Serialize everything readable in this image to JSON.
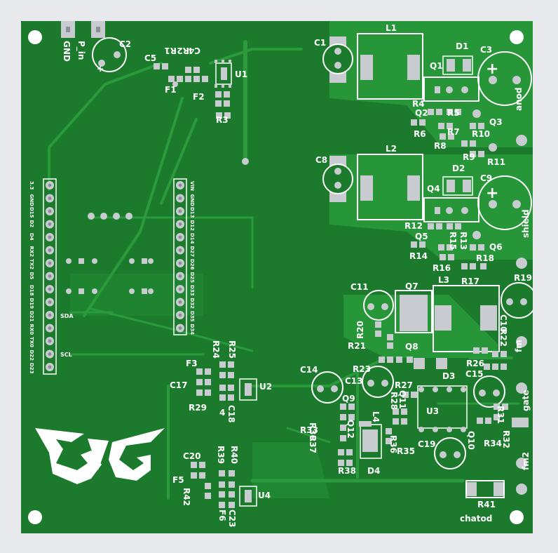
{
  "board": {
    "substrate_color": "#1b7a2c",
    "trace_color": "#2a9a3c",
    "pad_color": "#c8ccd0",
    "silk_color": "#ffffff",
    "background_color": "#e7e9ec"
  },
  "labels": {
    "GND": "GND",
    "P_in": "P_in",
    "C2": "C2",
    "C5": "C5",
    "R1": "R1",
    "R2": "R2",
    "C4": "C4",
    "U1": "U1",
    "F1": "F1",
    "F2": "F2",
    "R3": "R3",
    "C1": "C1",
    "L1": "L1",
    "D1": "D1",
    "C3": "C3",
    "Q1": "Q1",
    "R4": "R4",
    "R5": "R5",
    "Q2": "Q2",
    "Q3": "Q3",
    "R6": "R6",
    "R7": "R7",
    "R8": "R8",
    "R10": "R10",
    "R9": "R9",
    "R11": "R11",
    "anod": "anod",
    "C8": "C8",
    "L2": "L2",
    "D2": "D2",
    "C9": "C9",
    "Q4": "Q4",
    "R12": "R12",
    "R13": "R13",
    "Q5": "Q5",
    "Q6": "Q6",
    "R14": "R14",
    "R15": "R15",
    "R16": "R16",
    "R18": "R18",
    "shield": "shield",
    "C11": "C11",
    "Q7": "Q7",
    "L3": "L3",
    "R17": "R17",
    "R19": "R19",
    "C10": "C10",
    "R20": "R20",
    "R22": "R22",
    "R21": "R21",
    "Q8": "Q8",
    "R26": "R26",
    "fm": "fm",
    "R23": "R23",
    "D3": "D3",
    "C14": "C14",
    "C13": "C13",
    "R27": "R27",
    "C15": "C15",
    "gate": "gate",
    "R28": "R28",
    "Q11": "Q11",
    "Q9": "Q9",
    "R30": "R30",
    "L4": "L4",
    "U3": "U3",
    "R31": "R31",
    "R33": "R33",
    "Q12": "Q12",
    "R37": "R37",
    "R35": "R35",
    "R36": "R36",
    "C19": "C19",
    "Q10": "Q10",
    "R34": "R34",
    "R32": "R32",
    "fm2": "fm2",
    "R38": "R38",
    "D4": "D4",
    "R41": "R41",
    "chatod": "chatod",
    "F3": "F3",
    "R24": "R24",
    "R25": "R25",
    "U2": "U2",
    "C17": "C17",
    "R29": "R29",
    "C18": "C18",
    "n4": "4",
    "C20": "C20",
    "R39": "R39",
    "R40": "R40",
    "F5": "F5",
    "U4": "U4",
    "R42": "R42",
    "F6": "F6",
    "C23": "C23",
    "SDA": "SDA",
    "SCL": "SCL"
  },
  "header_left_pins": [
    "3.3",
    "GND",
    "D15",
    "D2",
    "D4",
    "RX2",
    "TX2",
    "D5",
    "D18",
    "D19",
    "D21",
    "RX0",
    "TX0",
    "D22",
    "D23"
  ],
  "header_right_pins": [
    "VIN",
    "GND",
    "D13",
    "D12",
    "D14",
    "D27",
    "D26",
    "D25",
    "D33",
    "D32",
    "D35",
    "D34"
  ]
}
